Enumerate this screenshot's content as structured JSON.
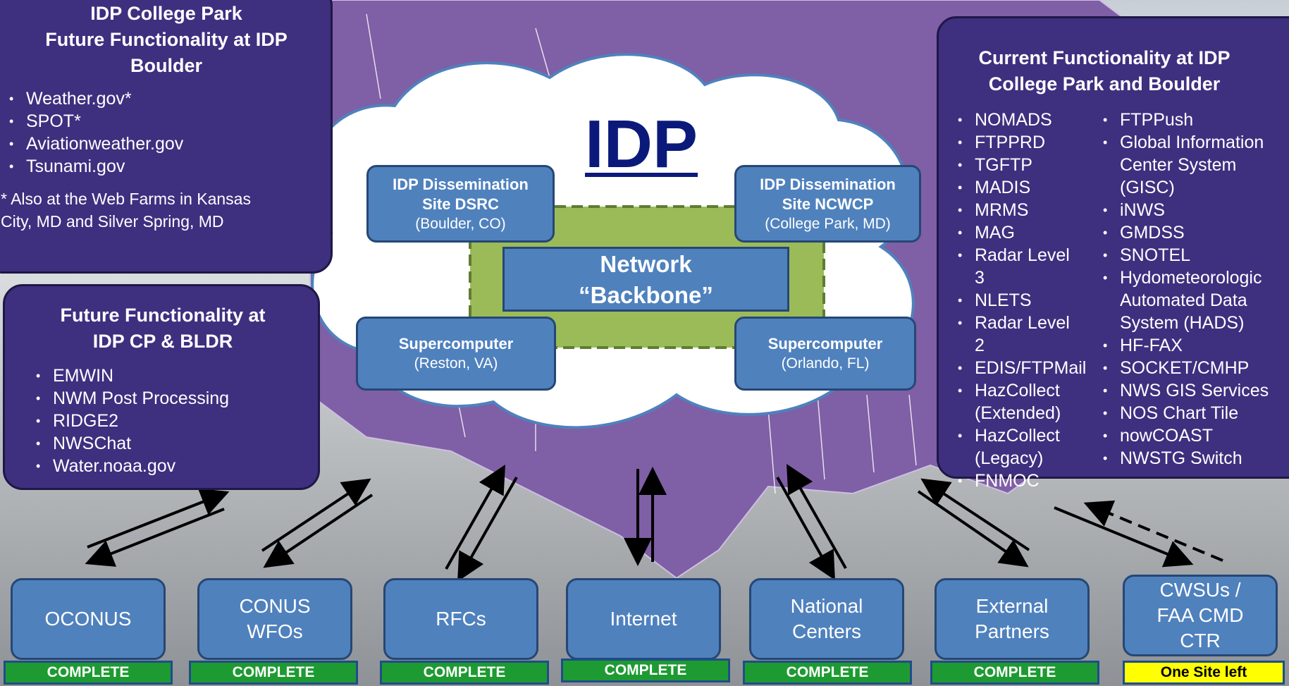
{
  "idp_title": "IDP",
  "left_top_panel": {
    "title_line1": "IDP College Park",
    "title_line2": "Future Functionality at IDP",
    "title_line3": "Boulder",
    "items": [
      "Weather.gov*",
      "SPOT*",
      "Aviationweather.gov",
      "Tsunami.gov"
    ],
    "note": "* Also at the Web Farms in Kansas City, MD and Silver Spring, MD"
  },
  "left_mid_panel": {
    "title_line1": "Future Functionality at",
    "title_line2": "IDP CP & BLDR",
    "items": [
      "EMWIN",
      "NWM Post Processing",
      "RIDGE2",
      "NWSChat",
      "Water.noaa.gov"
    ]
  },
  "right_panel": {
    "title_line1": "Current Functionality  at IDP",
    "title_line2": "College Park and Boulder",
    "col1": [
      "NOMADS",
      "FTPPRD",
      "TGFTP",
      "MADIS",
      "MRMS",
      "MAG",
      "Radar Level 3",
      "NLETS",
      "Radar Level 2",
      "EDIS/FTPMail",
      "HazCollect (Extended)",
      "HazCollect (Legacy)",
      "FNMOC"
    ],
    "col2": [
      "FTPPush",
      "Global Information Center System (GISC)",
      "iNWS",
      "GMDSS",
      "SNOTEL",
      "Hydometeorologic Automated Data System (HADS)",
      "HF-FAX",
      "SOCKET/CMHP",
      "NWS GIS Services",
      "NOS Chart Tile",
      "nowCOAST",
      "NWSTG Switch"
    ]
  },
  "sites": {
    "dsrc": {
      "title": "IDP Dissemination Site DSRC",
      "location": "(Boulder, CO)"
    },
    "ncwcp": {
      "title": "IDP Dissemination Site NCWCP",
      "location": "(College Park, MD)"
    },
    "reston": {
      "title": "Supercomputer",
      "location": "(Reston, VA)"
    },
    "orlando": {
      "title": "Supercomputer",
      "location": "(Orlando, FL)"
    }
  },
  "backbone": {
    "line1": "Network",
    "line2": "“Backbone”"
  },
  "endpoints": [
    {
      "label": "OCONUS",
      "status": "COMPLETE"
    },
    {
      "label": "CONUS WFOs",
      "status": "COMPLETE"
    },
    {
      "label": "RFCs",
      "status": "COMPLETE"
    },
    {
      "label": "Internet",
      "status": "COMPLETE"
    },
    {
      "label": "National Centers",
      "status": "COMPLETE"
    },
    {
      "label": "External Partners",
      "status": "COMPLETE"
    },
    {
      "label": "CWSUs / FAA CMD CTR",
      "status": "One Site left"
    }
  ],
  "colors": {
    "panel": "#3f2f7f",
    "box": "#4f81bd",
    "backbone_zone": "#9bbb59",
    "complete": "#1e9a32",
    "pending": "#ffff00",
    "map": "#7f5fa5"
  }
}
